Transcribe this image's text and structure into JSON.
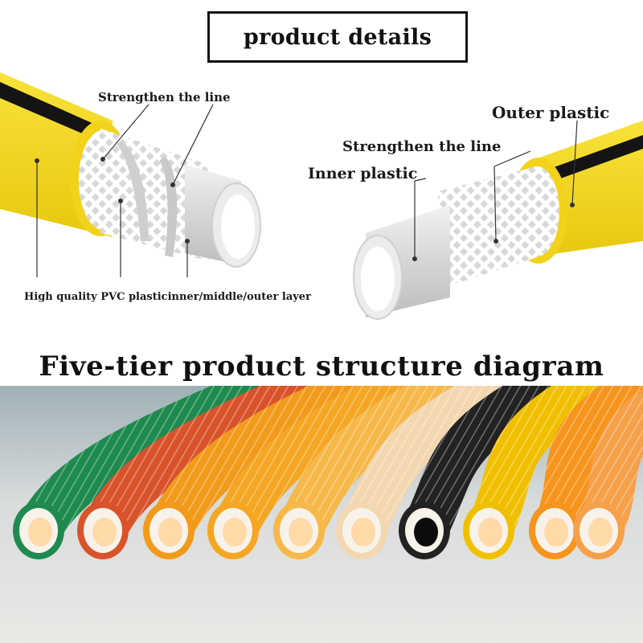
{
  "header": {
    "title": "product details"
  },
  "diagram": {
    "labels": {
      "strengthen_left": "Strengthen the line",
      "outer_plastic": "Outer plastic",
      "strengthen_right": "Strengthen the line",
      "inner_plastic": "Inner plastic",
      "pvc_layers": "High quality PVC plasticinner/middle/outer layer"
    }
  },
  "section": {
    "heading": "Five-tier product structure diagram"
  },
  "photo": {
    "hose_colors": [
      "#1f8a4f",
      "#d9532a",
      "#f29a1a",
      "#f5a623",
      "#f7b84a",
      "#f3d7b0",
      "#222222",
      "#f0c000",
      "#f7941d",
      "#f6a04a"
    ],
    "colors": {
      "yellow_jacket": "#f2d21b",
      "stripe": "#141414",
      "mesh": "#ffffff",
      "inner_tube": "#dcdcdc"
    }
  }
}
